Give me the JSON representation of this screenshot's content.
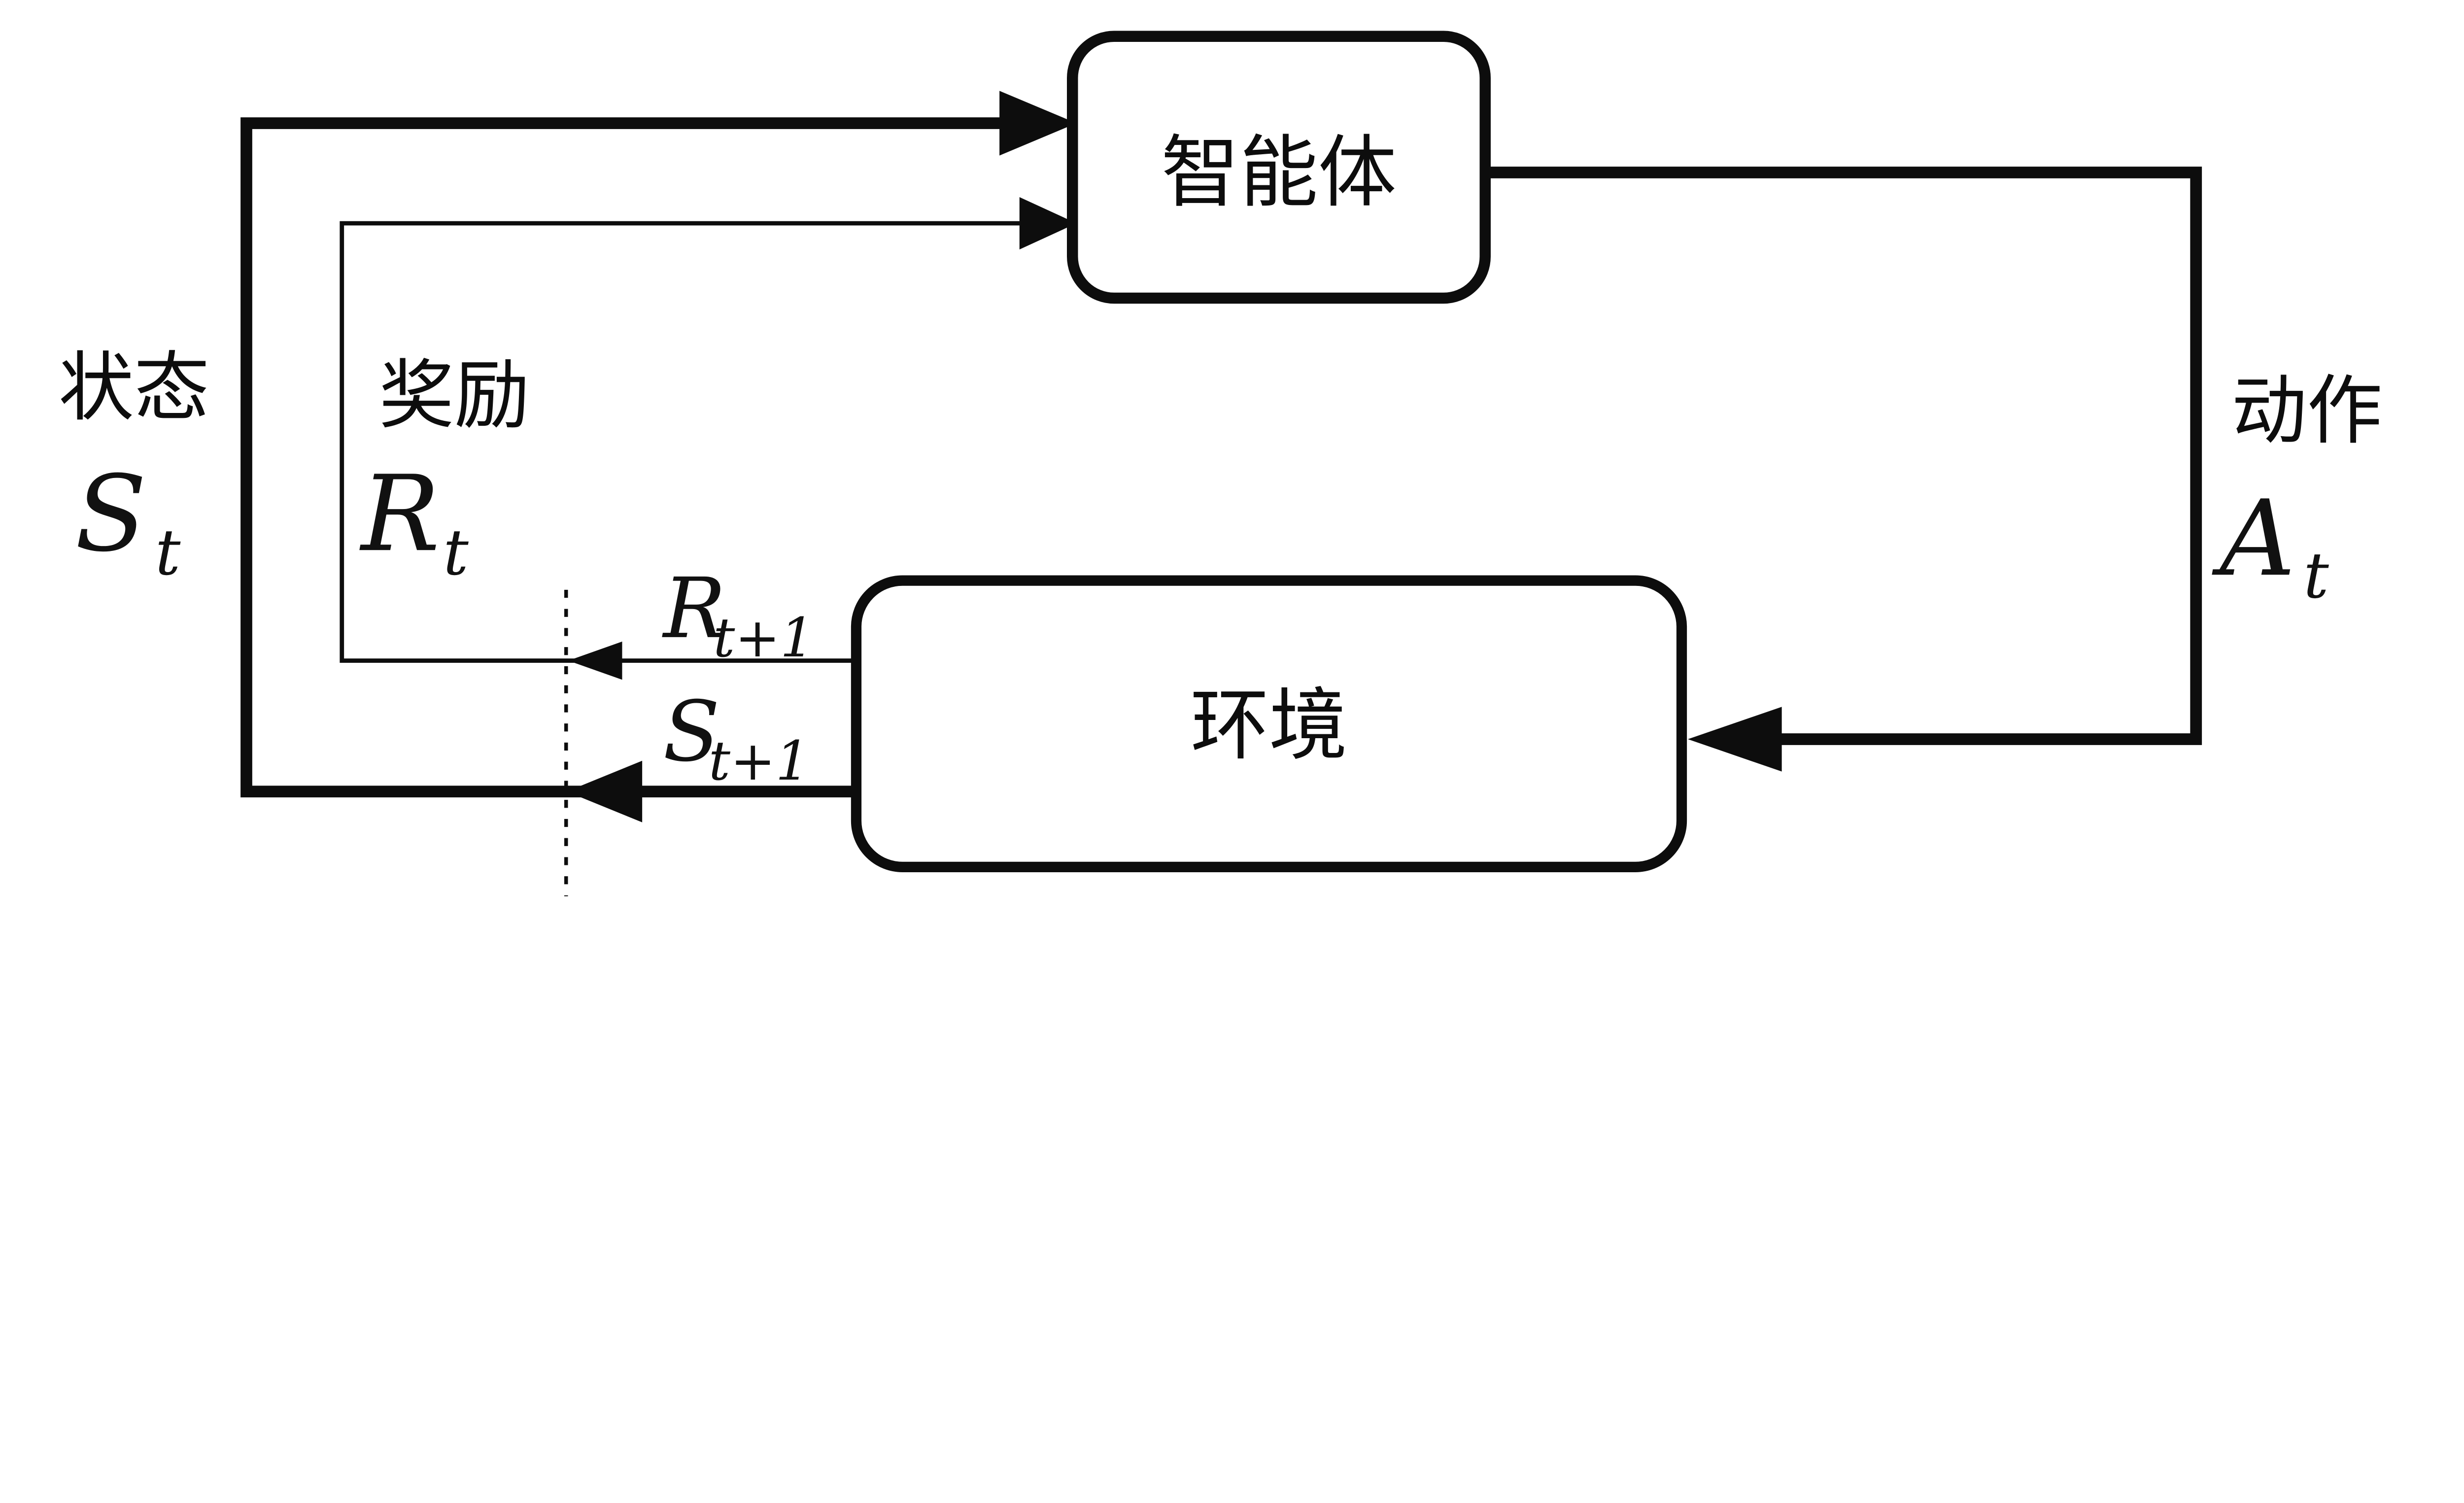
{
  "figure": {
    "background": "#ffffff",
    "line_color": "#0d0d0d",
    "boxes": {
      "agent": "智能体",
      "environment": "环境"
    },
    "labels": {
      "state": {
        "name": "状态",
        "main": "S",
        "sub": "t"
      },
      "reward": {
        "name": "奖励",
        "main": "R",
        "sub": "t"
      },
      "action": {
        "name": "动作",
        "main": "A",
        "sub": "t"
      },
      "next_reward": {
        "main": "R",
        "sub": "t+1"
      },
      "next_state": {
        "main": "S",
        "sub": "t+1"
      }
    }
  }
}
